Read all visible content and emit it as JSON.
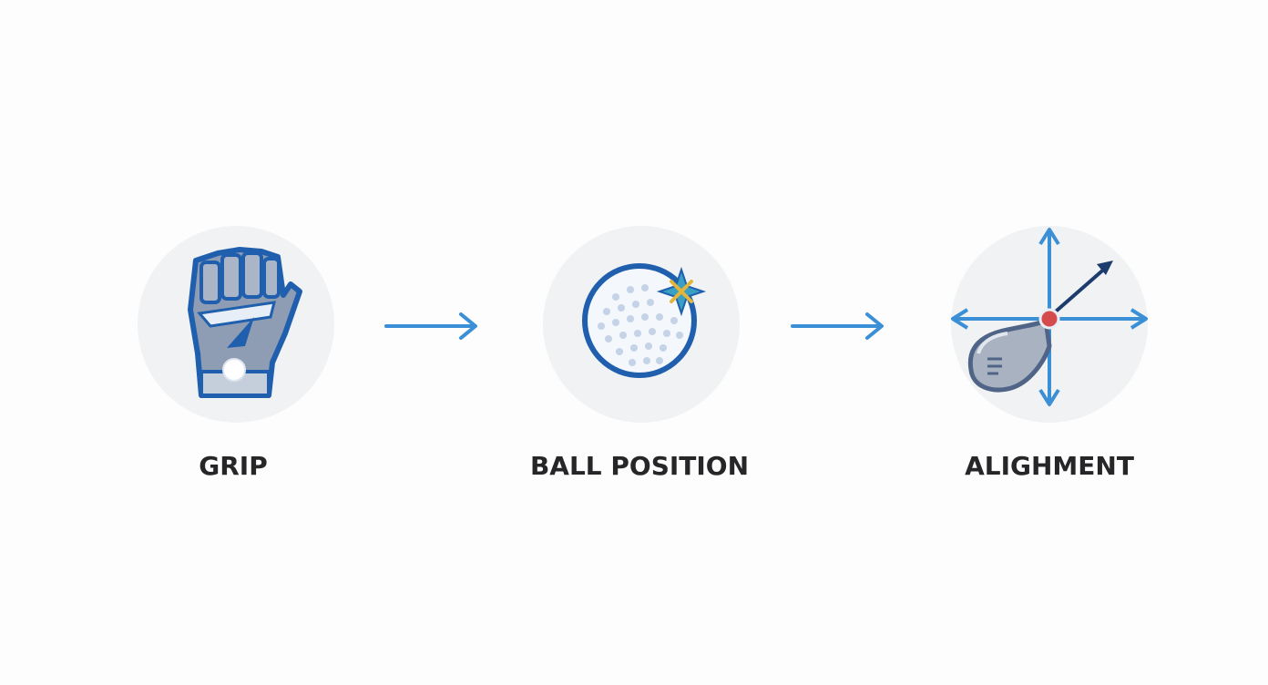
{
  "steps": [
    {
      "label": "GRIP",
      "icon": "glove-icon"
    },
    {
      "label": "BALL POSITION",
      "icon": "golf-ball-icon"
    },
    {
      "label": "ALIGHMENT",
      "icon": "club-alignment-icon"
    }
  ],
  "colors": {
    "primary_blue": "#1f5fae",
    "light_blue": "#3b8fd6",
    "navy": "#1d3c6e",
    "circle_bg": "#f1f2f4",
    "glove_gray": "#8f9db4",
    "text": "#262628",
    "marker_red": "#d54a4a",
    "sparkle_teal": "#3a9fc4",
    "sparkle_gold": "#e2b53b"
  }
}
